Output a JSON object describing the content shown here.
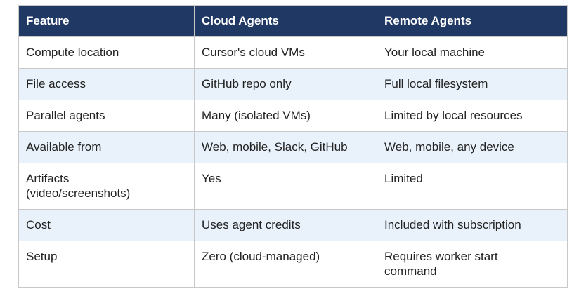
{
  "table": {
    "headers": [
      "Feature",
      "Cloud Agents",
      "Remote Agents"
    ],
    "rows": [
      [
        "Compute location",
        "Cursor's cloud VMs",
        "Your local machine"
      ],
      [
        "File access",
        "GitHub repo only",
        "Full local filesystem"
      ],
      [
        "Parallel agents",
        "Many (isolated VMs)",
        "Limited by local resources"
      ],
      [
        "Available from",
        "Web, mobile, Slack, GitHub",
        "Web, mobile, any device"
      ],
      [
        "Artifacts (video/screenshots)",
        "Yes",
        "Limited"
      ],
      [
        "Cost",
        "Uses agent credits",
        "Included with subscription"
      ],
      [
        "Setup",
        "Zero (cloud-managed)",
        "Requires worker start command"
      ]
    ]
  },
  "colors": {
    "header_bg": "#203864",
    "header_text": "#ffffff",
    "alt_row_bg": "#e9f2fb",
    "border": "#c8c8c8"
  }
}
